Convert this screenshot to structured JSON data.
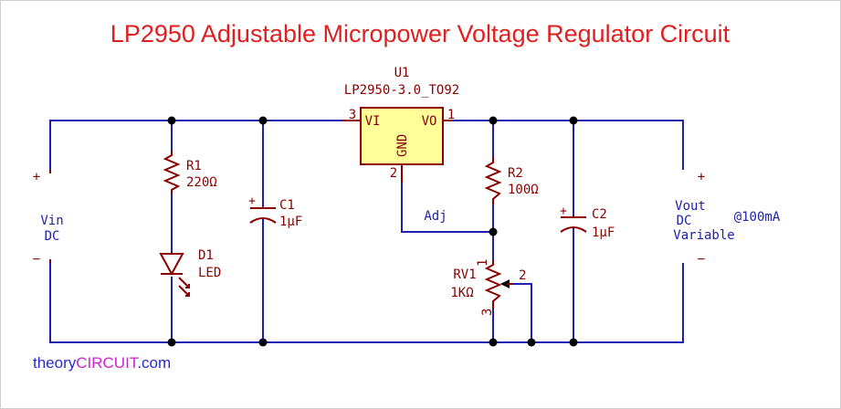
{
  "title": "LP2950 Adjustable Micropower Voltage Regulator Circuit",
  "regulator": {
    "ref": "U1",
    "part": "LP2950-3.0_TO92",
    "pin_vi_num": "3",
    "pin_vi": "VI",
    "pin_vo_num": "1",
    "pin_vo": "VO",
    "pin_gnd_num": "2",
    "pin_gnd": "GND"
  },
  "r1": {
    "ref": "R1",
    "value": "220Ω"
  },
  "r2": {
    "ref": "R2",
    "value": "100Ω"
  },
  "c1": {
    "ref": "C1",
    "value": "1µF"
  },
  "c2": {
    "ref": "C2",
    "value": "1µF"
  },
  "d1": {
    "ref": "D1",
    "value": "LED"
  },
  "rv1": {
    "ref": "RV1",
    "value": "1KΩ",
    "pin1": "1",
    "pin2": "2",
    "pin3": "3"
  },
  "net_adj": "Adj",
  "input": {
    "plus": "+",
    "minus": "−",
    "label1": "Vin",
    "label2": "DC"
  },
  "output": {
    "plus": "+",
    "minus": "−",
    "label1": "Vout",
    "label2": "DC",
    "label3": "Variable",
    "current": "@100mA"
  },
  "brand": {
    "part1": "theory",
    "part2": "CIRCUIT",
    "part3": ".com"
  },
  "colors": {
    "wire": "#1f1fb0",
    "component": "#8a0000",
    "regulator_fill": "#ffff99",
    "title": "#e02020"
  }
}
